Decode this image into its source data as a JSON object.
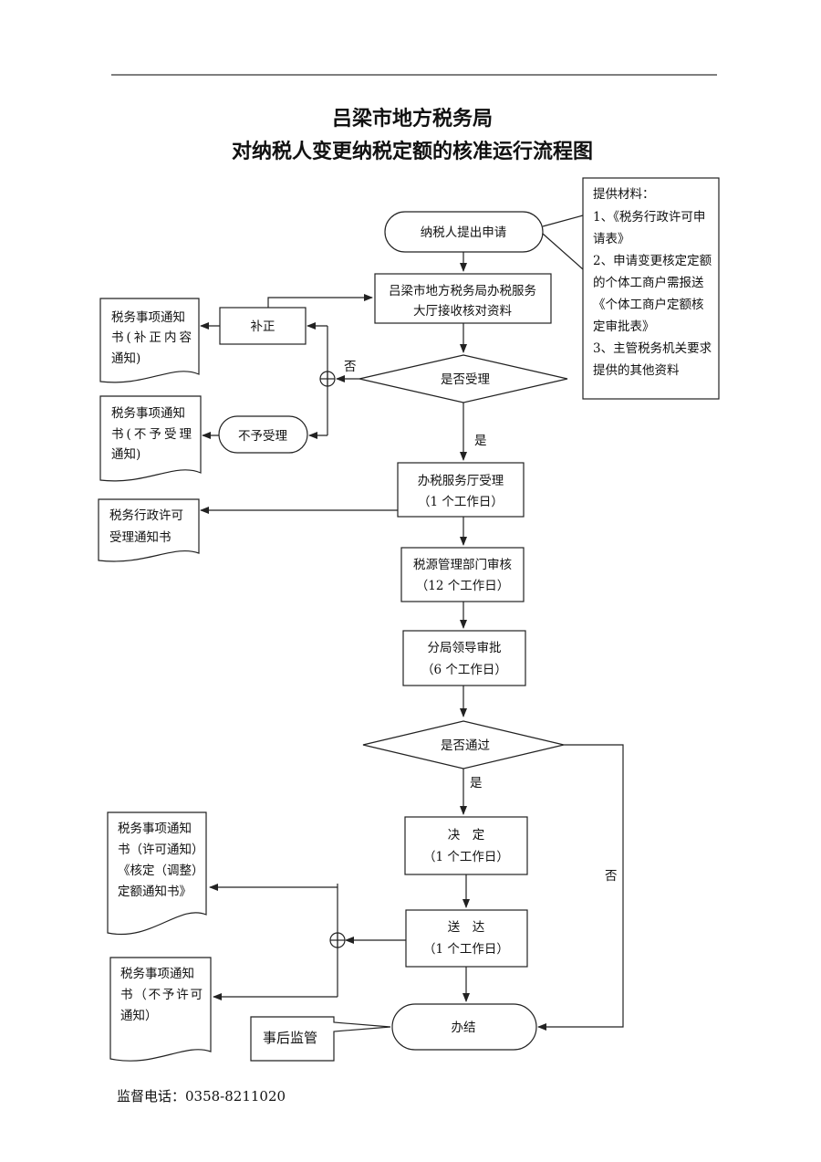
{
  "title": {
    "line1": "吕梁市地方税务局",
    "line2": "对纳税人变更纳税定额的核准运行流程图"
  },
  "materials": {
    "lines": [
      "提供材料：",
      "1、《税务行政许可申",
      "请表》",
      "2、申请变更核定定额",
      "的个体工商户需报送",
      "《个体工商户定额核",
      "定审批表》",
      "3、主管税务机关要求",
      "提供的其他资料"
    ]
  },
  "nodes": {
    "apply": "纳税人提出申请",
    "receive": [
      "吕梁市地方税务局办税服务",
      "大厅接收核对资料"
    ],
    "correct": "补正",
    "accept_q": "是否受理",
    "reject": "不予受理",
    "hall_accept": [
      "办税服务厅受理",
      "（1 个工作日）"
    ],
    "source_review": [
      "税源管理部门审核",
      "（12 个工作日）"
    ],
    "branch_approve": [
      "分局领导审批",
      "（6 个工作日）"
    ],
    "pass_q": "是否通过",
    "decide": [
      "决　定",
      "（1 个工作日）"
    ],
    "deliver": [
      "送　达",
      "（1 个工作日）"
    ],
    "finish": "办结",
    "supervise": "事后监管"
  },
  "docs": {
    "correct_notice": [
      "税务事项通知",
      "书(补正内容",
      "通知)"
    ],
    "reject_notice": [
      "税务事项通知",
      "书(不予受理",
      "通知)"
    ],
    "accept_notice": [
      "税务行政许可",
      "受理通知书"
    ],
    "permit_notice": [
      "税务事项通知",
      "书（许可通知）",
      "《核定（调整）",
      "定额通知书》"
    ],
    "deny_notice": [
      "税务事项通知",
      "书（不予许可",
      "通知）"
    ]
  },
  "edge_labels": {
    "no1": "否",
    "yes1": "是",
    "yes2": "是",
    "no2": "否"
  },
  "footer": {
    "phone": "监督电话：0358-8211020"
  }
}
